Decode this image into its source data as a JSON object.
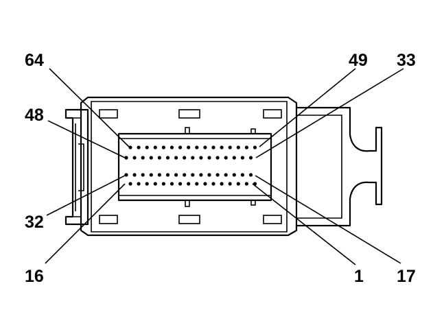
{
  "labels": {
    "pin_64": "64",
    "pin_49": "49",
    "pin_33": "33",
    "pin_48": "48",
    "pin_32": "32",
    "pin_16": "16",
    "pin_1": "1",
    "pin_17": "17"
  },
  "connector": {
    "rows": 4,
    "pins_per_row": 16
  }
}
